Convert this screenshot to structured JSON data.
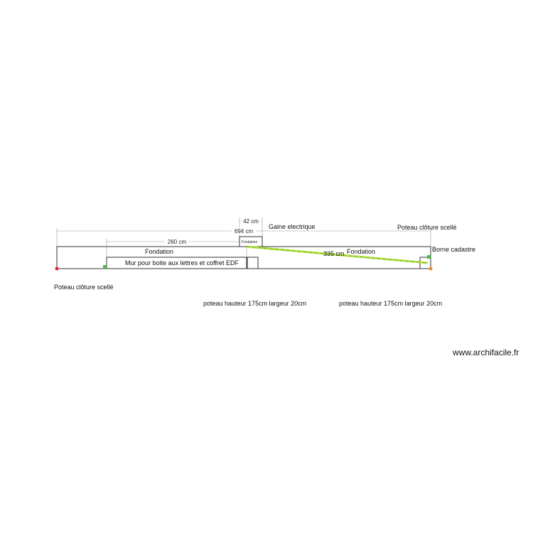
{
  "plan": {
    "dimensions": {
      "gaine_width": "42 cm",
      "total_length": "694 cm",
      "wall_length": "260 cm",
      "diagonal": "335 cm"
    },
    "labels": {
      "gaine": "Gaine electrique",
      "poteau_right": "Poteau clôture scellé",
      "poteau_left": "Poteau clôture scellé",
      "borne": "Borne cadastre",
      "fondation_left": "Fondation",
      "fondation_right": "Fondation",
      "fondation_small": "Fondation",
      "mur": "Mur pour boite aux lettres et coffret EDF",
      "poteau_note_1": "poteau hauteur 175cm largeur 20cm",
      "poteau_note_2": "poteau hauteur 175cm largeur 20cm"
    },
    "colors": {
      "outline": "#333333",
      "dimension_line": "#9a9a9a",
      "diagonal_line": "#b8e04a",
      "diagonal_dash": "#7dc42a",
      "marker_red": "#e3262a",
      "marker_green": "#4cb848",
      "marker_orange": "#f08a24"
    }
  },
  "watermark": "www.archifacile.fr"
}
